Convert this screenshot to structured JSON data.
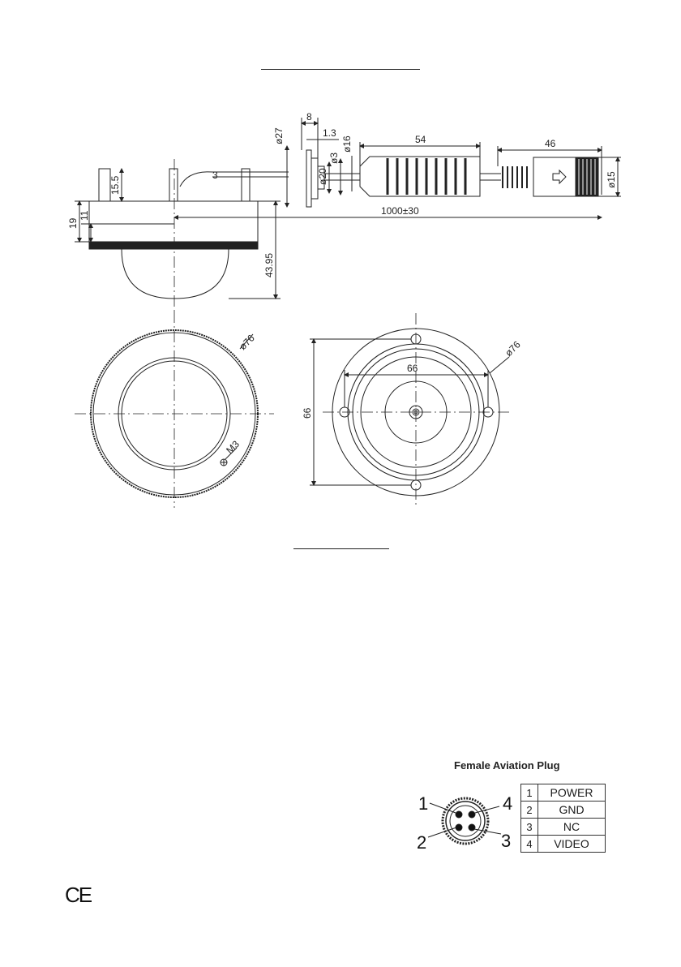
{
  "dimensions": {
    "d27": "ø27",
    "w8": "8",
    "w1_3": "1.3",
    "d16": "ø16",
    "d3": "ø3",
    "d20": "ø20",
    "len54": "54",
    "len46": "46",
    "d15": "ø15",
    "h15_5": "15.5",
    "h19": "19",
    "h11": "11",
    "cable": "1000±30",
    "h43_95": "43.95",
    "pos3": "3",
    "front_d76": "ø76",
    "front_m3": "M3",
    "back_d76": "ø76",
    "back_66_h": "66",
    "back_66_v": "66"
  },
  "plug": {
    "title": "Female Aviation Plug",
    "pin_labels": [
      "1",
      "2",
      "3",
      "4"
    ],
    "pins": [
      {
        "num": "1",
        "name": "POWER"
      },
      {
        "num": "2",
        "name": "GND"
      },
      {
        "num": "3",
        "name": "NC"
      },
      {
        "num": "4",
        "name": "VIDEO"
      }
    ]
  },
  "footer": {
    "ce_mark": "CE"
  }
}
